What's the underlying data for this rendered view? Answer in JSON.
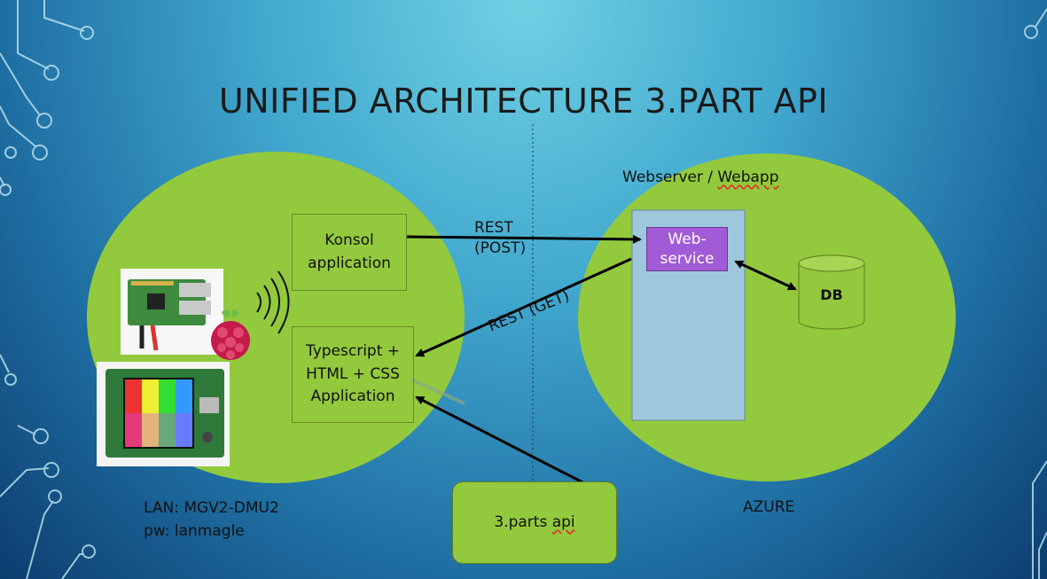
{
  "slide": {
    "title": "UNIFIED ARCHITECTURE 3.PART API",
    "left_area": {
      "console_box": {
        "line1": "Konsol",
        "line2": "application"
      },
      "web_app_box": {
        "line1": "Typescript +",
        "line2": "HTML + CSS",
        "line3": "Application"
      },
      "lan_label": "LAN: MGV2-DMU2",
      "pw_label": "pw: lanmagle"
    },
    "right_area": {
      "header_a": "Webserver / ",
      "header_b": "Webapp",
      "webservice_box": {
        "line1": "Web-",
        "line2": "service"
      },
      "db_label": "DB",
      "azure_label": "AZURE"
    },
    "arrows": {
      "rest_post_line1": "REST",
      "rest_post_line2": "(POST)",
      "rest_get": "REST (GET)"
    },
    "third_party": {
      "part_a": "3.parts ",
      "part_b": "api"
    }
  },
  "colors": {
    "ellipse_fill": "#93c93d",
    "server_panel": "#9ec7dd",
    "webservice_fill": "#a15bd6",
    "arrow": "#000000"
  }
}
